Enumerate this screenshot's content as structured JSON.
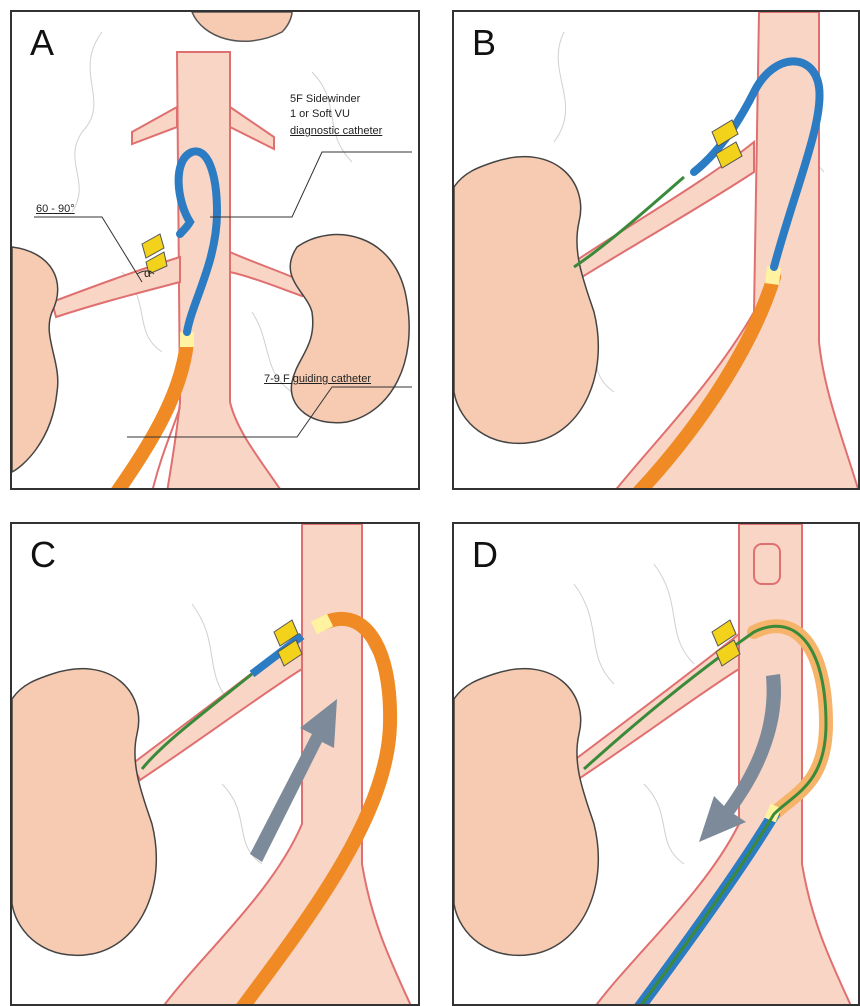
{
  "panels": [
    {
      "label": "A"
    },
    {
      "label": "B"
    },
    {
      "label": "C"
    },
    {
      "label": "D"
    }
  ],
  "annotations": {
    "diagnostic_line1": "5F Sidewinder",
    "diagnostic_line2": "1 or Soft VU",
    "diagnostic_line3": "diagnostic catheter",
    "angle": "60 - 90°",
    "alpha": "α",
    "guiding": "7-9 F guiding catheter"
  },
  "colors": {
    "vessel_fill": "#f9d5c5",
    "vessel_outline": "#e07070",
    "kidney_fill": "#f6cbb2",
    "diagnostic_catheter": "#2b7cc2",
    "guiding_catheter": "#f08a24",
    "guidewire": "#3a8a3a",
    "stent": "#f2d21a",
    "arrow": "#7d8a99"
  }
}
